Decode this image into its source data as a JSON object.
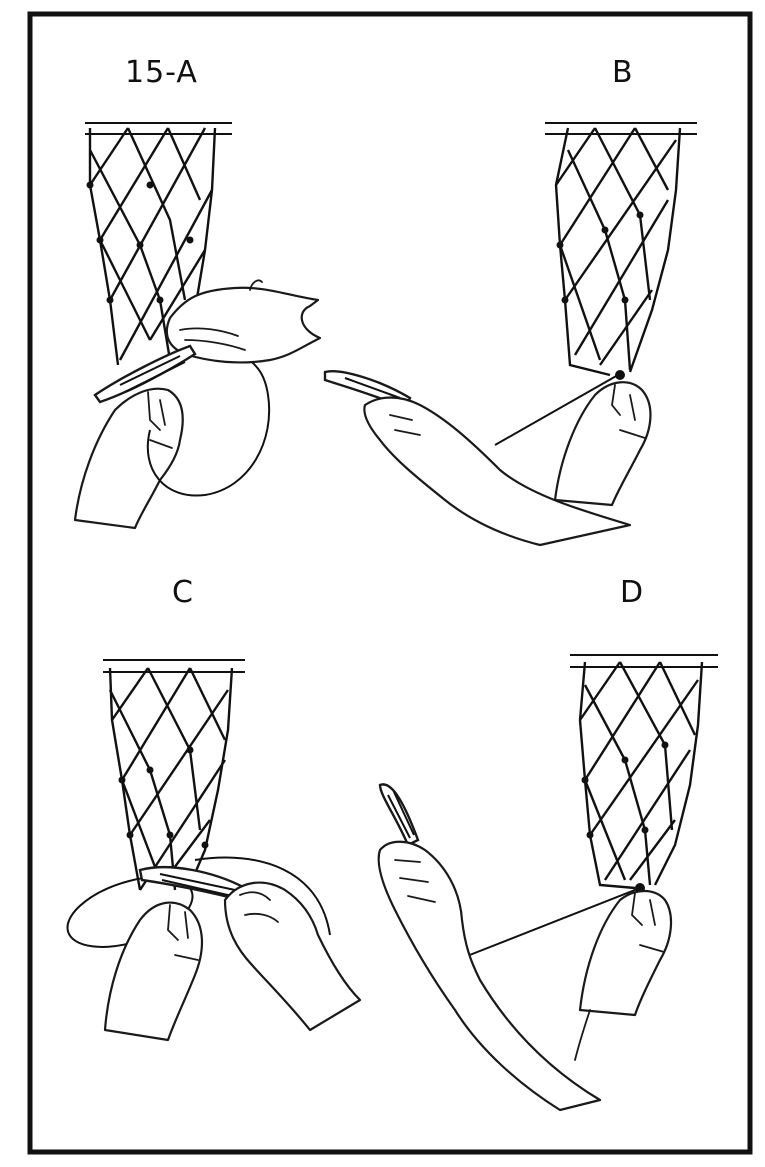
{
  "figure": {
    "panels": [
      {
        "id": "A",
        "label": "15-A"
      },
      {
        "id": "B",
        "label": "B"
      },
      {
        "id": "C",
        "label": "C"
      },
      {
        "id": "D",
        "label": "D"
      }
    ]
  }
}
